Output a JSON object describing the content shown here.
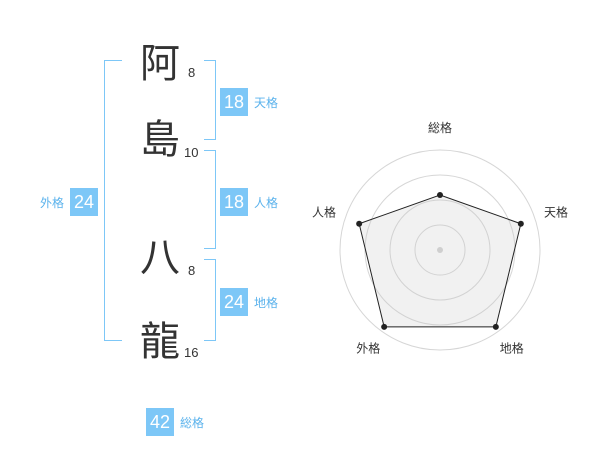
{
  "name": {
    "chars": [
      {
        "char": "阿",
        "strokes": "8"
      },
      {
        "char": "島",
        "strokes": "10"
      },
      {
        "char": "八",
        "strokes": "8"
      },
      {
        "char": "龍",
        "strokes": "16"
      }
    ]
  },
  "scores": {
    "tenkaku": {
      "value": "18",
      "label": "天格"
    },
    "jinkaku": {
      "value": "18",
      "label": "人格"
    },
    "chikaku": {
      "value": "24",
      "label": "地格"
    },
    "gaikaku": {
      "value": "24",
      "label": "外格"
    },
    "soukaku": {
      "value": "42",
      "label": "総格"
    }
  },
  "colors": {
    "accent": "#7dc7f7",
    "accent_text": "#5ab2ec"
  },
  "chart_data": {
    "type": "radar",
    "axes": [
      "総格",
      "天格",
      "地格",
      "外格",
      "人格"
    ],
    "values": [
      0.55,
      0.85,
      0.95,
      0.95,
      0.85
    ],
    "rings": 4,
    "max": 1
  }
}
